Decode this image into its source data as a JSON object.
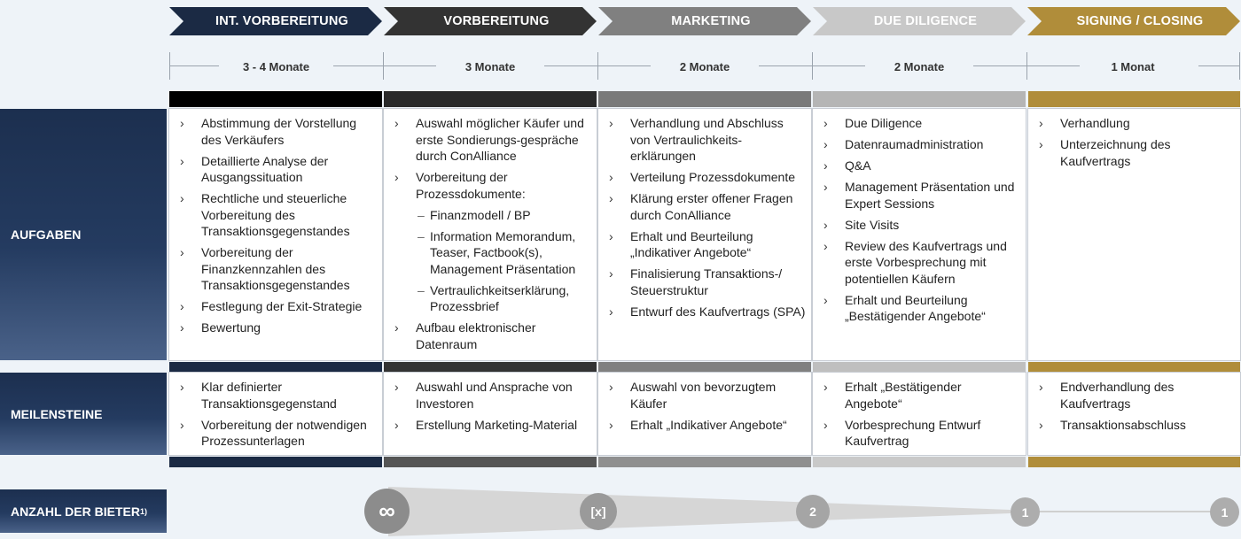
{
  "phases": [
    {
      "title": "INT. VORBEREITUNG",
      "duration": "3 - 4 Monate",
      "color": "#1b2a44"
    },
    {
      "title": "VORBEREITUNG",
      "duration": "3 Monate",
      "color": "#333333"
    },
    {
      "title": "MARKETING",
      "duration": "2 Monate",
      "color": "#7f7f7f"
    },
    {
      "title": "DUE DILIGENCE",
      "duration": "2 Monate",
      "color": "#bfbfbf"
    },
    {
      "title": "SIGNING / CLOSING",
      "duration": "1 Monat",
      "color": "#b08d3a"
    }
  ],
  "labels": {
    "aufgaben": "AUFGABEN",
    "meilensteine": "MEILENSTEINE",
    "bieter": "ANZAHL DER BIETER",
    "bieter_sup": "1)"
  },
  "aufgaben": [
    [
      "Abstimmung der Vorstellung des Verkäufers",
      "Detaillierte Analyse der Ausgangssituation",
      "Rechtliche und steuerliche Vorbereitung des Transaktionsgegenstandes",
      "Vorbereitung der Finanzkennzahlen des Transaktionsgegenstandes",
      "Festlegung der Exit-Strategie",
      "Bewertung"
    ],
    [
      "Auswahl möglicher Käufer und erste Sondierungs-gespräche durch ConAlliance",
      "Vorbereitung der Prozessdokumente:",
      "Aufbau elektronischer Datenraum"
    ],
    [
      "Verhandlung und Abschluss von Vertraulichkeits-erklärungen",
      "Verteilung Prozessdokumente",
      "Klärung erster offener Fragen durch ConAlliance",
      "Erhalt und Beurteilung „Indikativer Angebote“",
      "Finalisierung Transaktions-/ Steuerstruktur",
      "Entwurf des Kaufvertrags (SPA)"
    ],
    [
      "Due Diligence",
      "Datenraumadministration",
      "Q&A",
      "Management Präsentation und Expert Sessions",
      "Site Visits",
      "Review des Kaufvertrags und erste Vorbesprechung mit potentiellen Käufern",
      "Erhalt und Beurteilung „Bestätigender Angebote“"
    ],
    [
      "Verhandlung",
      "Unterzeichnung des Kaufvertrags"
    ]
  ],
  "aufgaben_sub": [
    "Finanzmodell / BP",
    "Information Memorandum, Teaser, Factbook(s), Management Präsentation",
    "Vertraulichkeitserklärung, Prozessbrief"
  ],
  "meilensteine": [
    [
      "Klar definierter Transaktionsgegenstand",
      "Vorbereitung der notwendigen Prozessunterlagen"
    ],
    [
      "Auswahl und Ansprache von Investoren",
      "Erstellung Marketing-Material"
    ],
    [
      "Auswahl von bevorzugtem Käufer",
      "Erhalt „Indikativer Angebote“"
    ],
    [
      "Erhalt „Bestätigender Angebote“",
      "Vorbesprechung Entwurf Kaufvertrag"
    ],
    [
      "Endverhandlung des Kaufvertrags",
      "Transaktionsabschluss"
    ]
  ],
  "bieter": [
    "∞",
    "[x]",
    "2",
    "1",
    "1"
  ]
}
